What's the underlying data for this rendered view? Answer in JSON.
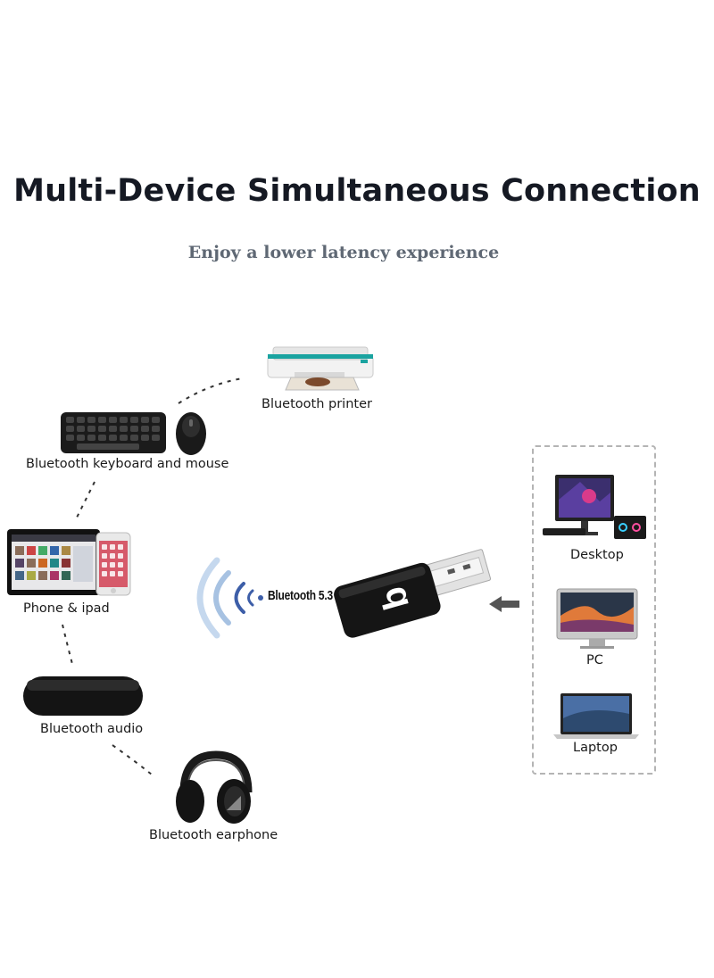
{
  "heading": {
    "title": "Multi-Device Simultaneous Connection",
    "subtitle": "Enjoy a lower latency experience"
  },
  "devices": {
    "printer": "Bluetooth printer",
    "keyboard_mouse": "Bluetooth keyboard and mouse",
    "phone_ipad": "Phone & ipad",
    "audio": "Bluetooth audio",
    "earphone": "Bluetooth earphone"
  },
  "adapter": {
    "bluetooth_version": "Bluetooth 5.3"
  },
  "hosts": {
    "desktop": "Desktop",
    "pc": "PC",
    "laptop": "Laptop"
  },
  "colors": {
    "title": "#151923",
    "subtitle": "#5f6874",
    "wave_light": "#c5d8ee",
    "wave_dark": "#3d5ea8",
    "printer_accent": "#1aa3a0"
  }
}
